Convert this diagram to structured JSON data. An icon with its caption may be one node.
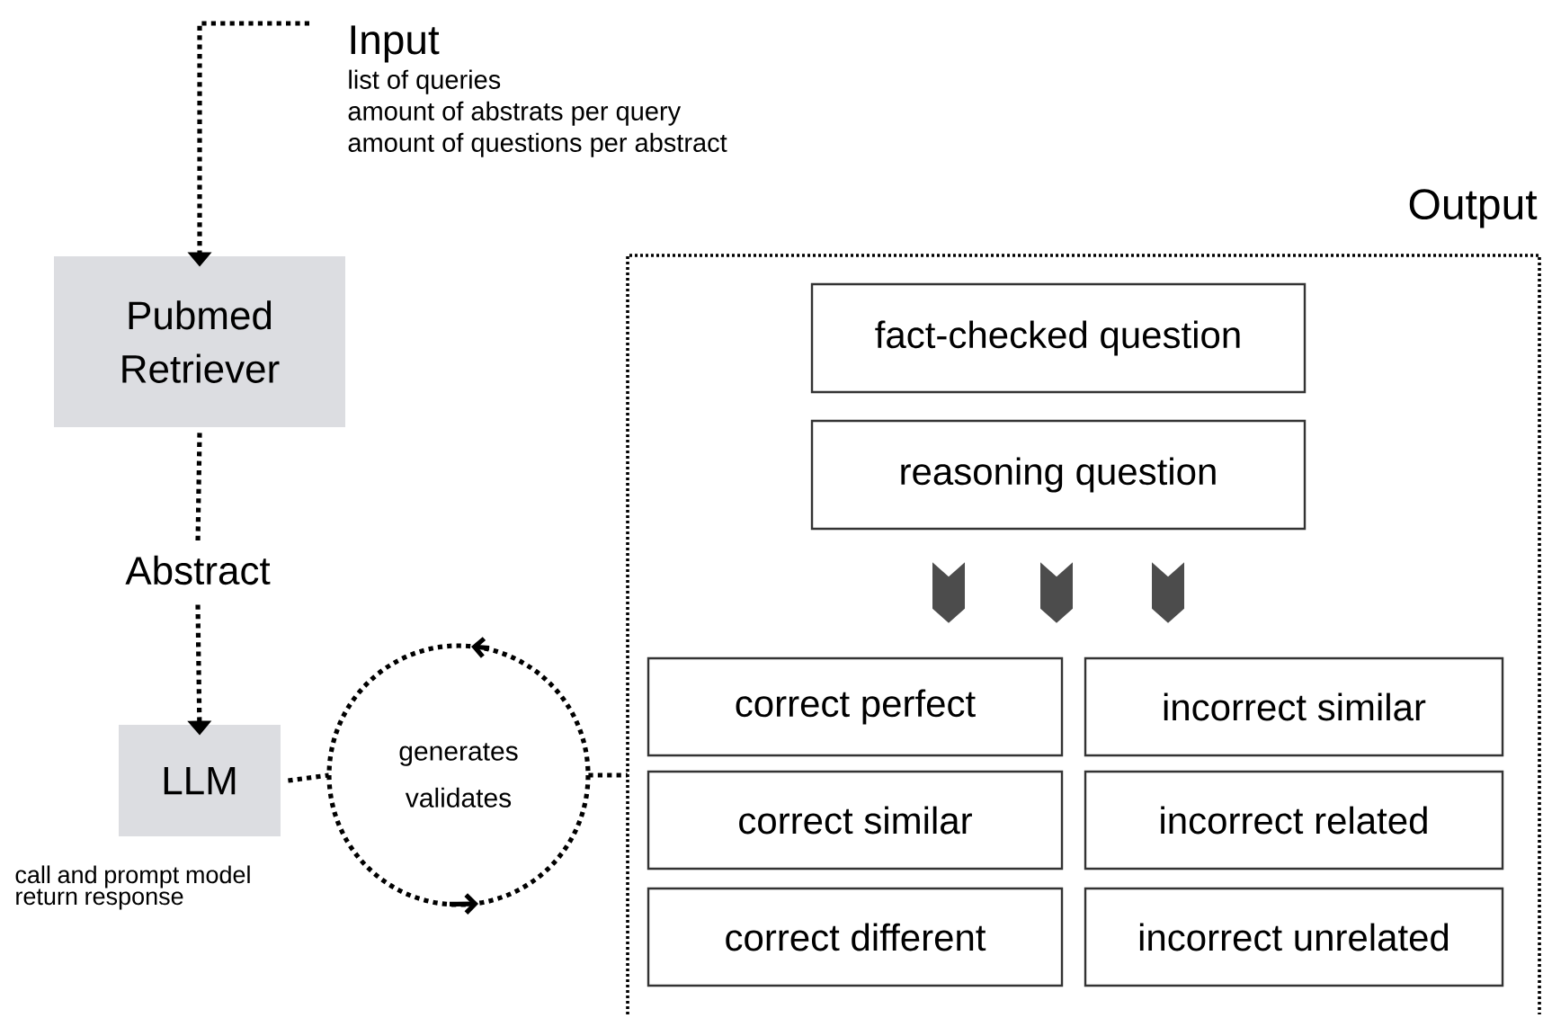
{
  "diagram": {
    "nodes": [
      {
        "text": [
          "Input",
          "list of queries",
          "amount of abstrats per query",
          "amount of questions per abstract"
        ]
      },
      {
        "text": [
          "Pubmed Retriever"
        ]
      },
      {
        "text": [
          "Abstract"
        ]
      },
      {
        "text": [
          "LLM"
        ]
      },
      {
        "text": [
          "generates validates"
        ]
      },
      {
        "text": [
          "Output"
        ]
      },
      {
        "text": [
          "fact-checked question"
        ],
        "in": 5
      },
      {
        "text": [
          "reasoning question"
        ],
        "in": 5
      },
      {
        "text": [
          "correct perfect"
        ],
        "in": 5
      },
      {
        "text": [
          "incorrect similar"
        ],
        "in": 5
      },
      {
        "text": [
          "correct similar"
        ],
        "in": 5
      },
      {
        "text": [
          "incorrect related"
        ],
        "in": 5
      },
      {
        "text": [
          "correct different"
        ],
        "in": 5
      },
      {
        "text": [
          "incorrect unrelated"
        ],
        "in": 5
      }
    ],
    "edges": [
      {
        "from": 0,
        "to": 1,
        "arrow": "to"
      },
      {
        "from": 1,
        "to": 2,
        "arrow": "none"
      },
      {
        "from": 2,
        "to": 3,
        "arrow": "to"
      },
      {
        "from": 3,
        "to": 4,
        "arrow": "none"
      },
      {
        "from": 4,
        "to": 5,
        "arrow": "none"
      },
      {
        "from": 7,
        "to": 8,
        "arrow": "to"
      },
      {
        "from": 7,
        "to": 8,
        "arrow": "to"
      },
      {
        "from": 7,
        "to": 9,
        "arrow": "to"
      }
    ],
    "labels": [
      "call and prompt model return response"
    ]
  }
}
